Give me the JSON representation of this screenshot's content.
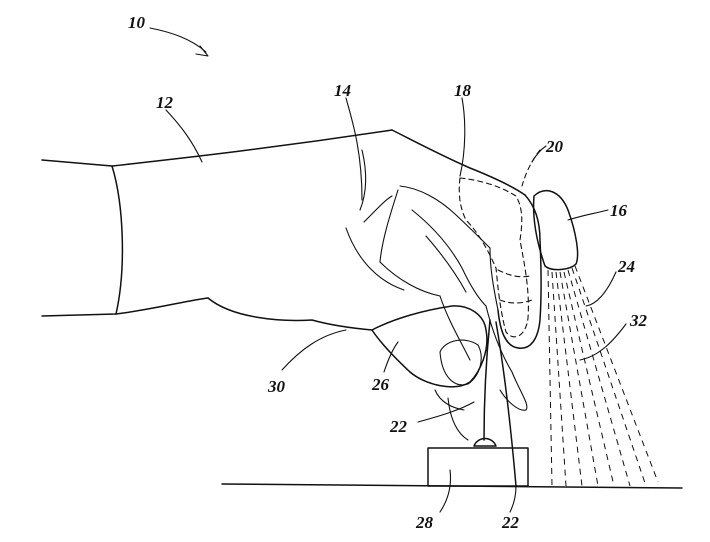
{
  "figure": {
    "labels": {
      "ref_10": "10",
      "ref_12": "12",
      "ref_14": "14",
      "ref_16": "16",
      "ref_18": "18",
      "ref_20": "20",
      "ref_22a": "22",
      "ref_22b": "22",
      "ref_24": "24",
      "ref_26": "26",
      "ref_28": "28",
      "ref_30": "30",
      "ref_32": "32"
    }
  }
}
